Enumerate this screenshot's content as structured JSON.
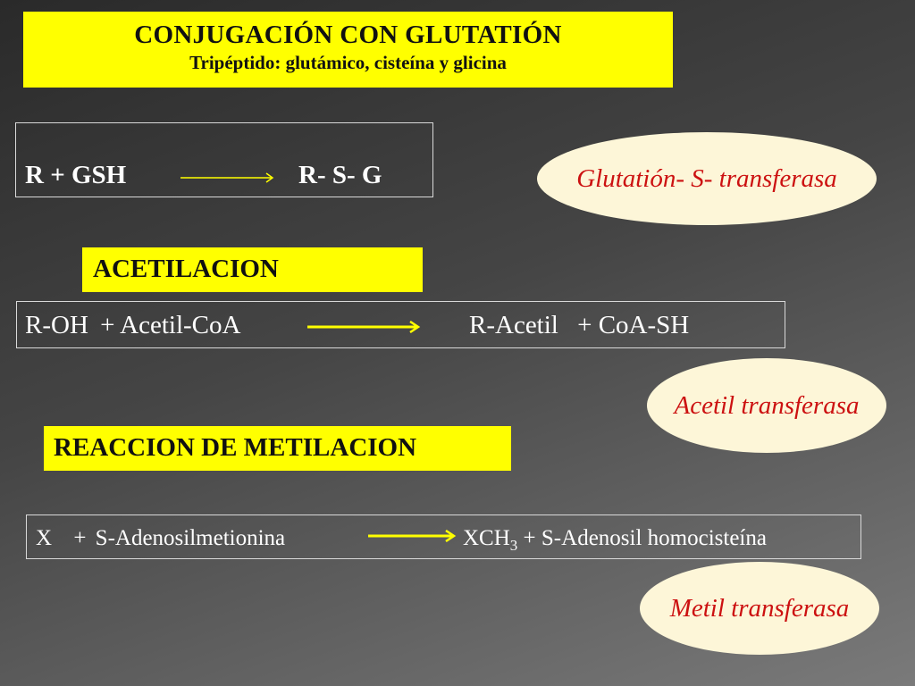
{
  "title": {
    "main": "CONJUGACIÓN CON GLUTATIÓN",
    "sub": "Tripéptido: glutámico, cisteína y glicina"
  },
  "reaction1": {
    "reactant": "R",
    "plus": "+",
    "reagent": "GSH",
    "product": "R- S- G",
    "enzyme": "Glutatión- S- transferasa"
  },
  "acetylation": {
    "heading": "ACETILACION",
    "reactant": "R-OH",
    "plus1": "+",
    "reagent": "Acetil-CoA",
    "product": "R-Acetil",
    "plus2": "+",
    "byproduct": "CoA-SH",
    "enzyme": "Acetil transferasa"
  },
  "methylation": {
    "heading": "REACCION DE METILACION",
    "reactant": "X",
    "plus1": "+",
    "reagent": "S-Adenosilmetionina",
    "product_base": "XCH",
    "product_sub": "3",
    "plus2": "+",
    "byproduct": "S-Adenosil homocisteína",
    "enzyme": "Metil transferasa"
  },
  "colors": {
    "highlight": "#ffff00",
    "enzyme_text": "#cc1111",
    "ellipse_fill": "#fdf6d8"
  }
}
